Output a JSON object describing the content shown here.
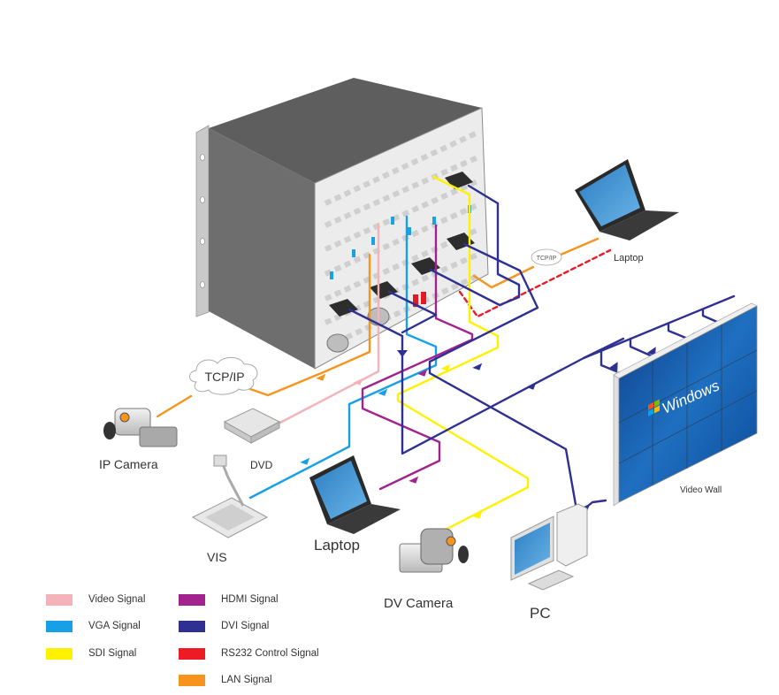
{
  "devices": {
    "ip_camera": "IP Camera",
    "dvd": "DVD",
    "vis": "VIS",
    "laptop_bottom": "Laptop",
    "dv_camera": "DV Camera",
    "pc": "PC",
    "laptop_top": "Laptop",
    "video_wall": "Video Wall"
  },
  "clouds": {
    "left": "TCP/IP",
    "right": "TCP/IP"
  },
  "screen_text": "Windows",
  "legend": [
    {
      "label": "Video Signal",
      "color": "#f4b3b8"
    },
    {
      "label": "VGA Signal",
      "color": "#18a0e6"
    },
    {
      "label": "SDI Signal",
      "color": "#fff200"
    },
    {
      "label": "HDMI Signal",
      "color": "#a3238e"
    },
    {
      "label": "DVI Signal",
      "color": "#2e3192"
    },
    {
      "label": "RS232 Control Signal",
      "color": "#ed1c24"
    },
    {
      "label": "LAN Signal",
      "color": "#f7941d"
    }
  ]
}
